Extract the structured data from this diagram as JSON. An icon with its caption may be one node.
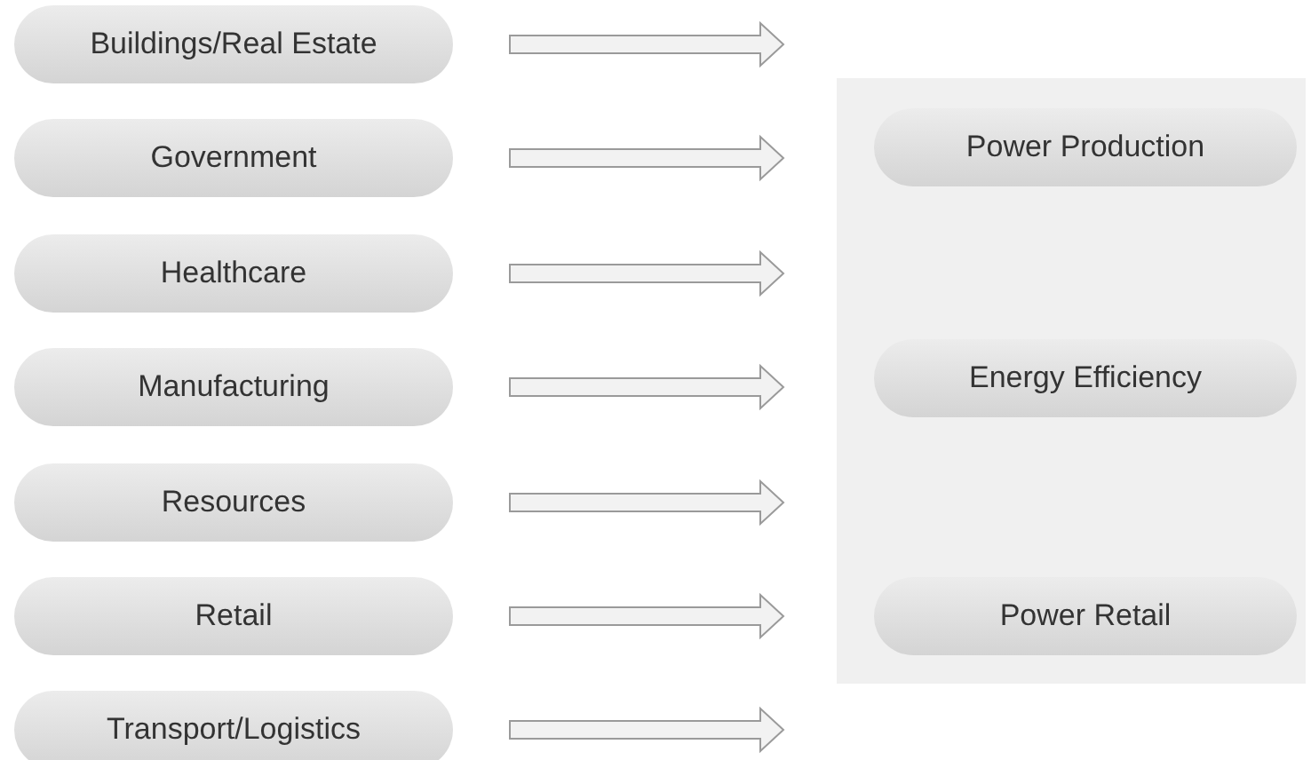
{
  "diagram": {
    "nodes": [
      {
        "text": [
          "Buildings/Real Estate"
        ]
      },
      {
        "text": [
          "Government"
        ]
      },
      {
        "text": [
          "Healthcare"
        ]
      },
      {
        "text": [
          "Manufacturing"
        ]
      },
      {
        "text": [
          "Resources"
        ]
      },
      {
        "text": [
          "Retail"
        ]
      },
      {
        "text": [
          "Transport/Logistics"
        ]
      },
      {
        "text": [],
        "shape": "box"
      },
      {
        "text": [
          "Power Production"
        ],
        "in": 7
      },
      {
        "text": [
          "Energy Efficiency"
        ],
        "in": 7
      },
      {
        "text": [
          "Power Retail"
        ],
        "in": 7
      }
    ],
    "edges": [
      {
        "from": 0,
        "to": 7,
        "arrow": "to"
      },
      {
        "from": 1,
        "to": 7,
        "arrow": "to"
      },
      {
        "from": 2,
        "to": 7,
        "arrow": "to"
      },
      {
        "from": 3,
        "to": 7,
        "arrow": "to"
      },
      {
        "from": 4,
        "to": 7,
        "arrow": "to"
      },
      {
        "from": 5,
        "to": 7,
        "arrow": "to"
      },
      {
        "from": 6,
        "to": 7,
        "arrow": "to"
      }
    ]
  }
}
